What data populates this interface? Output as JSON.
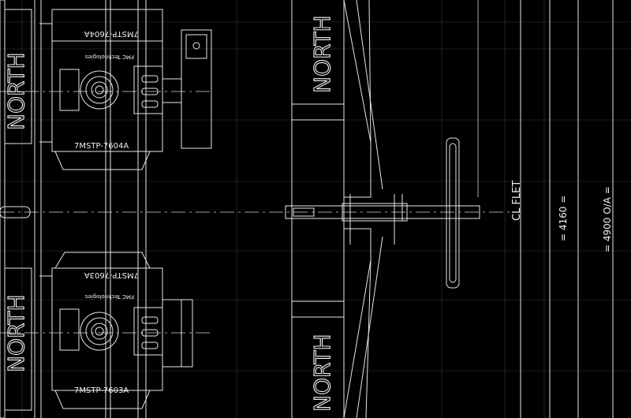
{
  "drawing": {
    "tree_labels": {
      "upper_top": "7MSTP-7604A",
      "upper_bottom": "7MSTP-7604A",
      "lower_top": "7MSTP-7603A",
      "lower_bottom": "7MSTP-7603A"
    },
    "maker_mark": "FMC Technologies",
    "north_label": "NORTH",
    "centerline_label": "CL FLET",
    "dimensions": {
      "inner": "= 4160 =",
      "overall": "= 4900 O/A ="
    }
  }
}
